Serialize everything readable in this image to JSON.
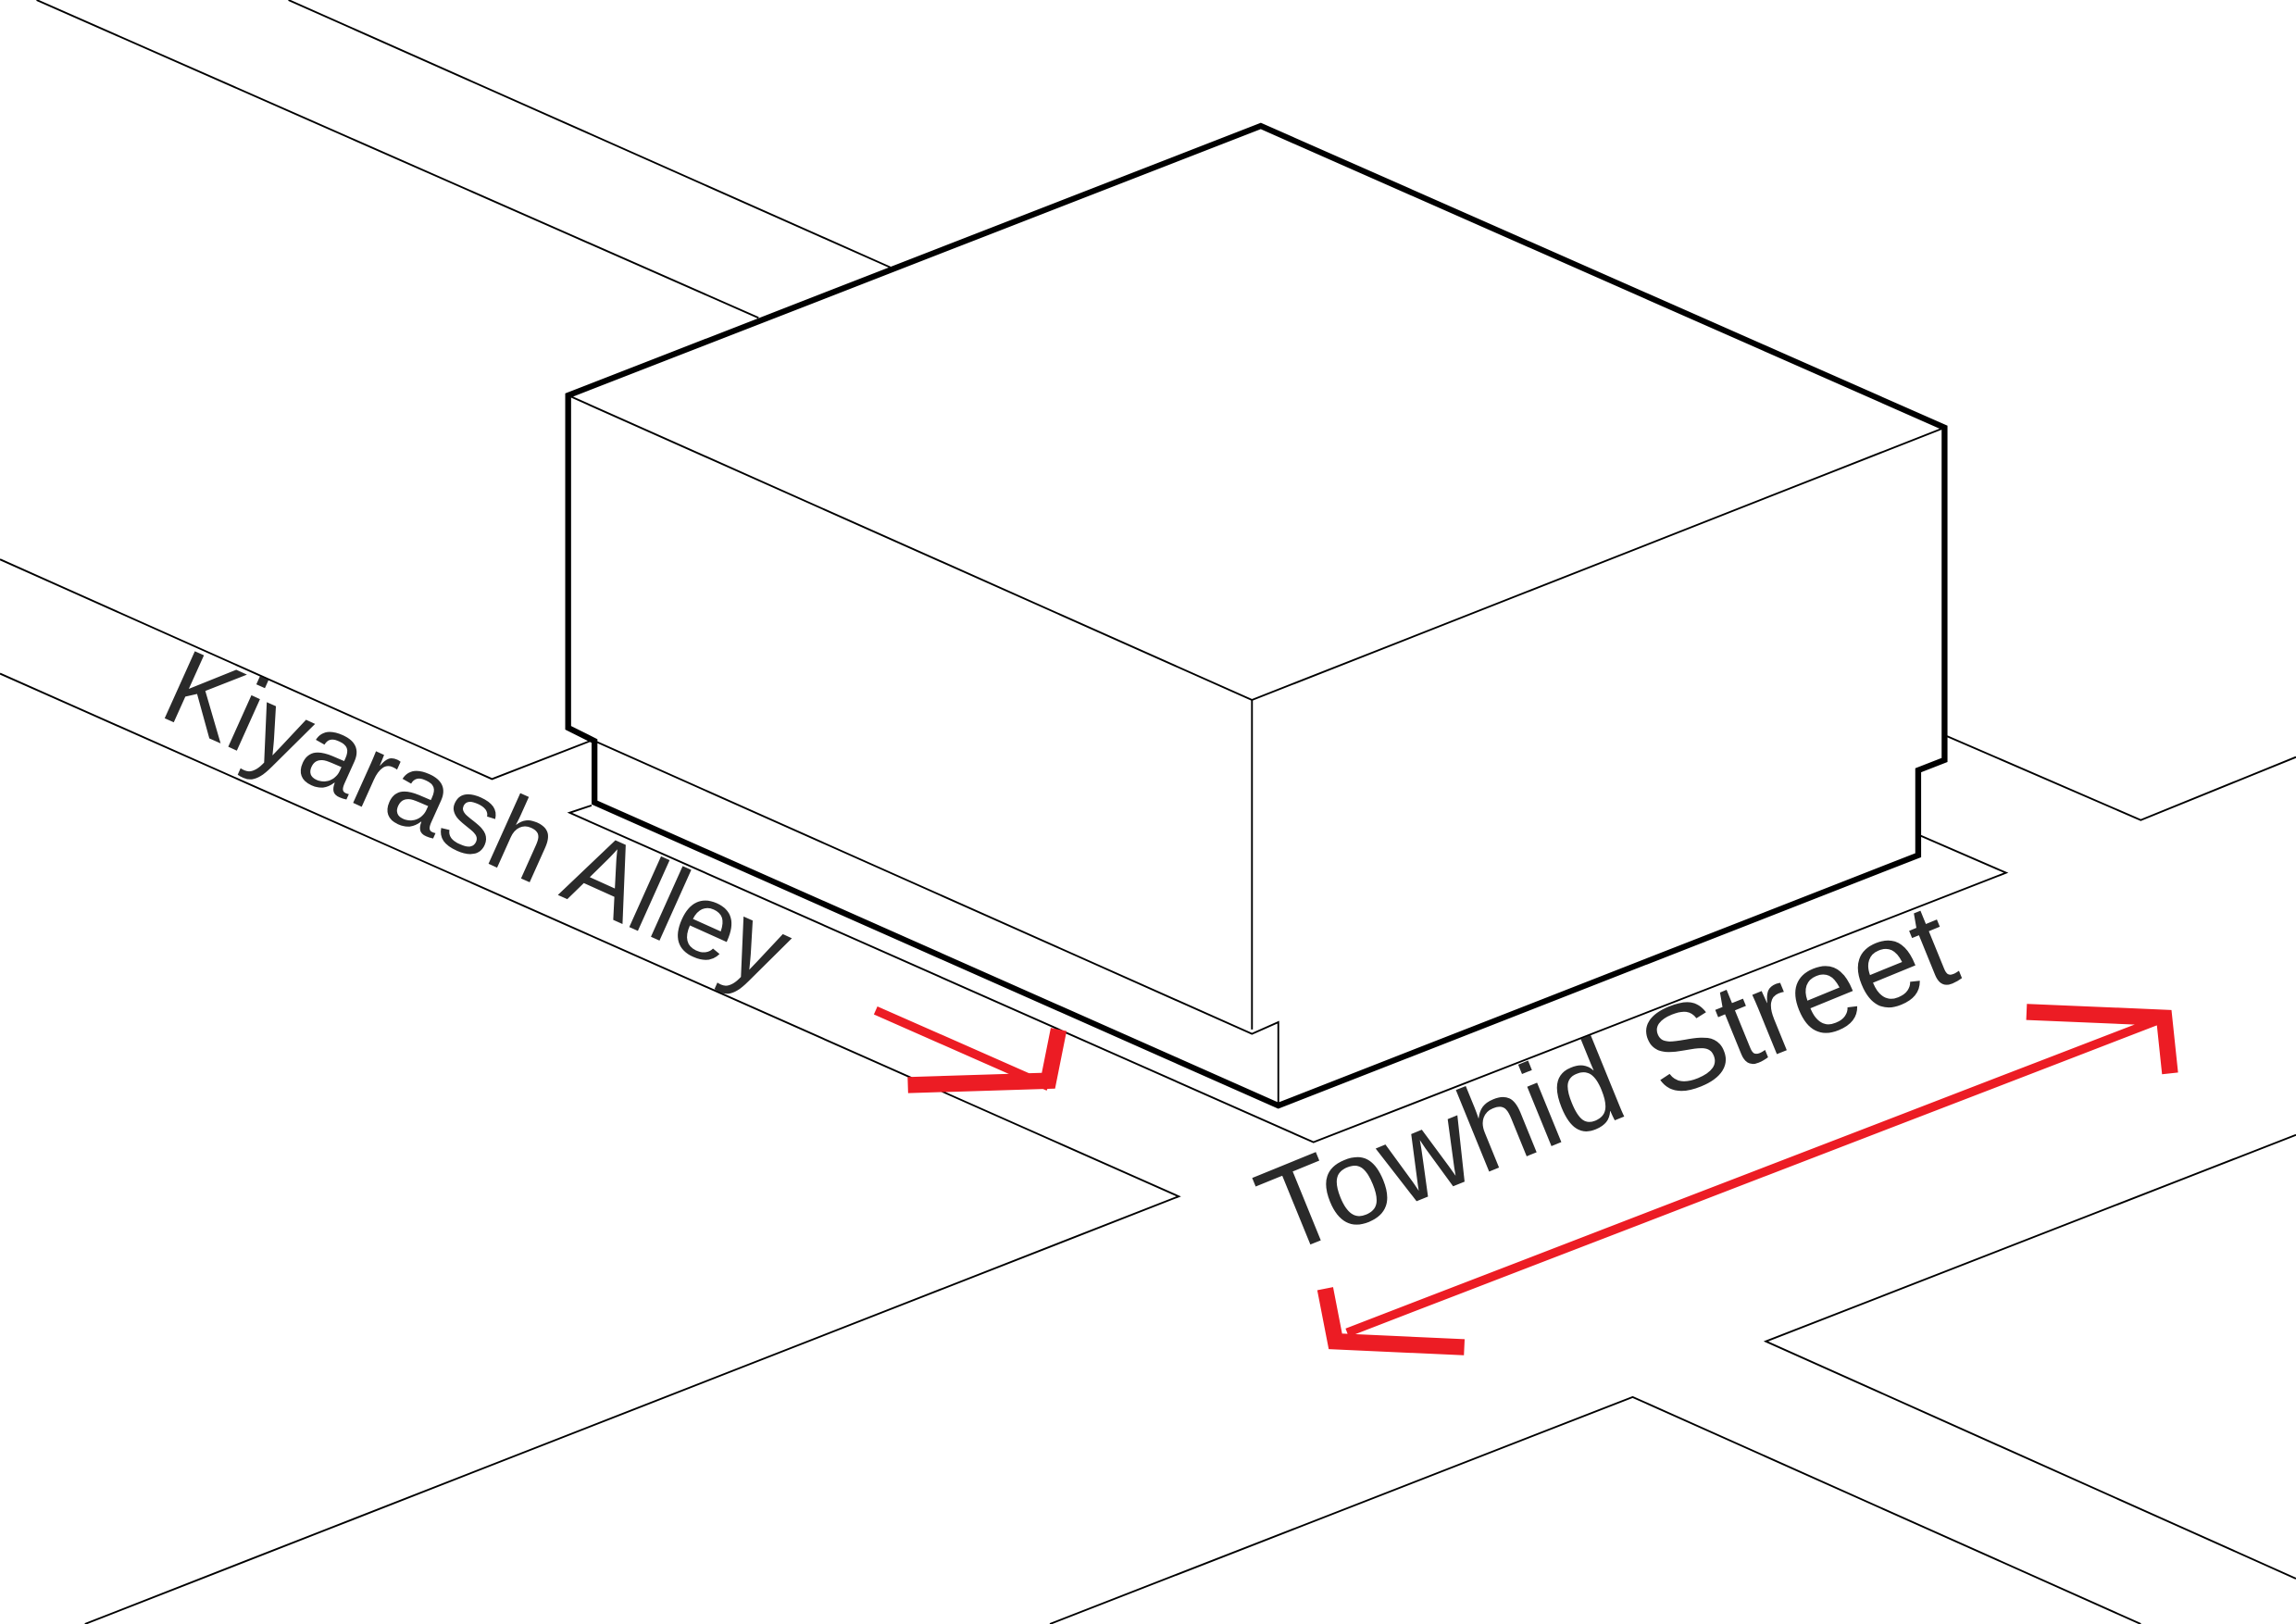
{
  "streets": {
    "alley_name": "Kiyarash Alley",
    "street_name": "Towhid Street"
  },
  "colors": {
    "line": "#000000",
    "arrow": "#ec1c24",
    "label": "#2a2a2a",
    "background": "#ffffff"
  },
  "arrows": {
    "alley": "one-way",
    "street": "two-way"
  }
}
